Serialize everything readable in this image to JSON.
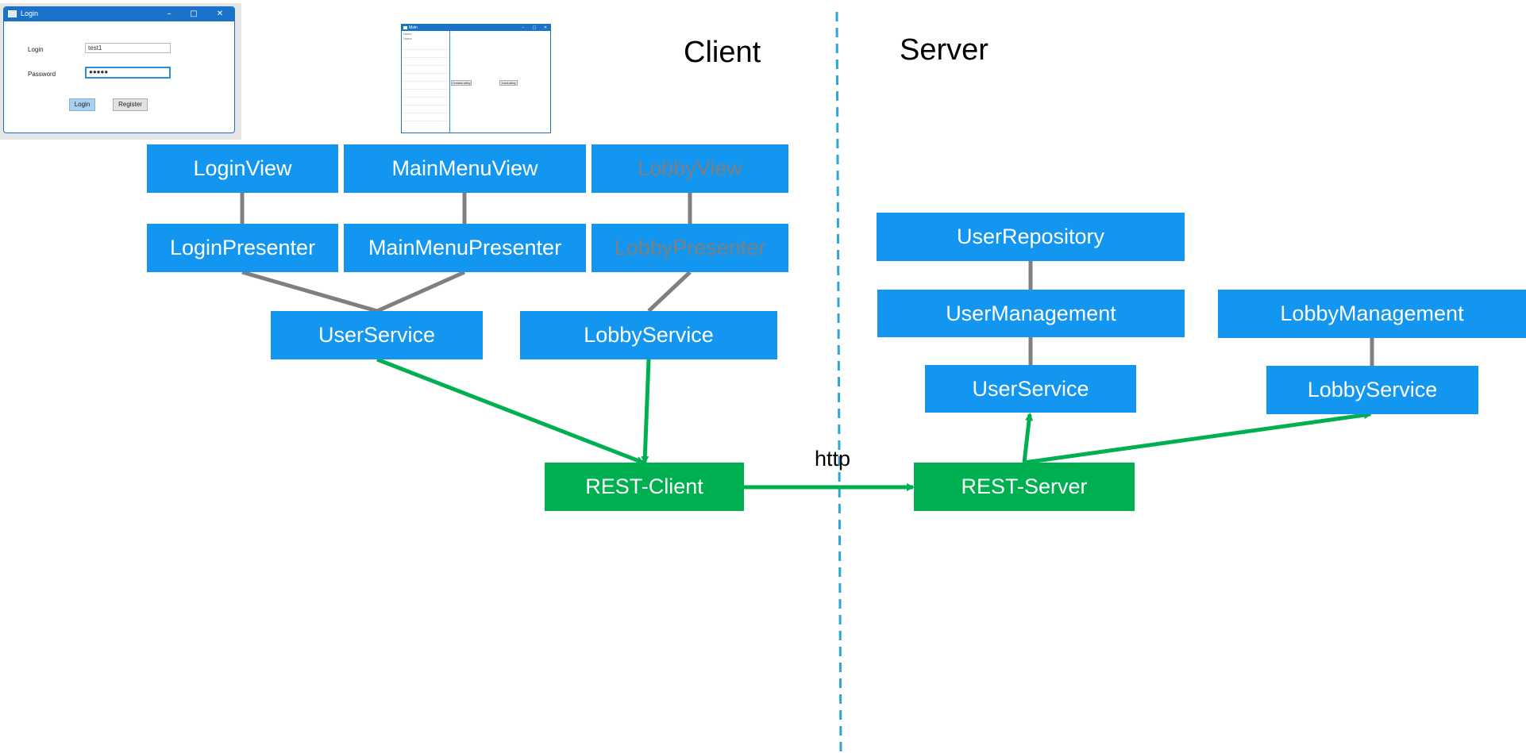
{
  "headings": {
    "client": "Client",
    "server": "Server"
  },
  "http_label": "http",
  "client_boxes": {
    "login_view": "LoginView",
    "main_menu_view": "MainMenuView",
    "lobby_view": "LobbyView",
    "login_presenter": "LoginPresenter",
    "main_menu_presenter": "MainMenuPresenter",
    "lobby_presenter": "LobbyPresenter",
    "user_service": "UserService",
    "lobby_service": "LobbyService",
    "rest_client": "REST-Client"
  },
  "server_boxes": {
    "user_repository": "UserRepository",
    "user_management": "UserManagement",
    "lobby_management": "LobbyManagement",
    "user_service": "UserService",
    "lobby_service": "LobbyService",
    "rest_server": "REST-Server"
  },
  "login_window": {
    "title": "Login",
    "login_label": "Login",
    "login_value": "test1",
    "password_label": "Password",
    "password_value": "●●●●●",
    "login_button": "Login",
    "register_button": "Register"
  },
  "main_window": {
    "title": "Main",
    "list_labels": [
      "Users",
      "Users"
    ],
    "buttons": [
      "CreateLobby",
      "JoinLobby"
    ]
  },
  "colors": {
    "component_blue": "#1296f0",
    "transport_green": "#00b050",
    "connector_gray": "#7f7f7f",
    "divider": "#2aa7d6",
    "faded_text": "#7f7f7f"
  }
}
